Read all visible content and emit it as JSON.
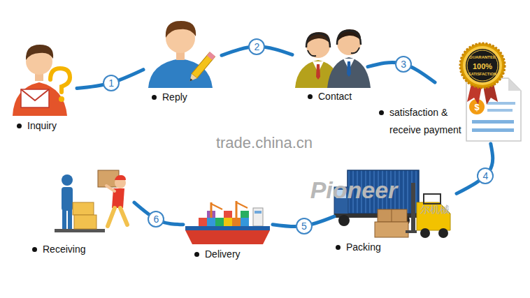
{
  "diagram": {
    "nodes": [
      {
        "text": [
          "Inquiry"
        ]
      },
      {
        "text": [
          "Reply"
        ]
      },
      {
        "text": [
          "Contact"
        ]
      },
      {
        "text": [
          "satisfaction & receive payment"
        ]
      },
      {
        "text": [
          "Packing"
        ]
      },
      {
        "text": [
          "Delivery"
        ]
      },
      {
        "text": [
          "Receiving"
        ]
      }
    ],
    "edges": [
      {
        "from": 0,
        "to": 1,
        "label": "1",
        "arrow": "none"
      },
      {
        "from": 1,
        "to": 2,
        "label": "2",
        "arrow": "none"
      },
      {
        "from": 2,
        "to": 3,
        "label": "3",
        "arrow": "none"
      },
      {
        "from": 3,
        "to": 4,
        "label": "4",
        "arrow": "none"
      },
      {
        "from": 4,
        "to": 5,
        "label": "5",
        "arrow": "none"
      },
      {
        "from": 5,
        "to": 6,
        "label": "6",
        "arrow": "none"
      }
    ],
    "labels": [
      "GUARANTEE",
      "100%",
      "SATISFACTION",
      "$",
      "trade.china.cn",
      "Pioneer",
      "尔机械"
    ]
  }
}
